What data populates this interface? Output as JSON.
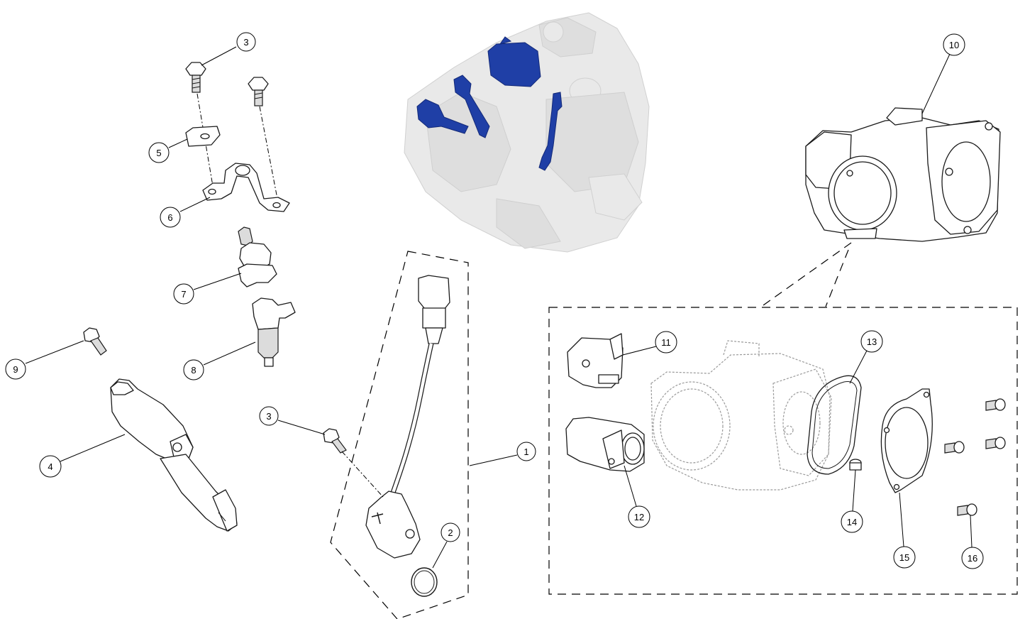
{
  "callouts": [
    {
      "id": "c1",
      "label": "1"
    },
    {
      "id": "c2",
      "label": "2"
    },
    {
      "id": "c3a",
      "label": "3"
    },
    {
      "id": "c3b",
      "label": "3"
    },
    {
      "id": "c4",
      "label": "4"
    },
    {
      "id": "c5",
      "label": "5"
    },
    {
      "id": "c6",
      "label": "6"
    },
    {
      "id": "c7",
      "label": "7"
    },
    {
      "id": "c8",
      "label": "8"
    },
    {
      "id": "c9",
      "label": "9"
    },
    {
      "id": "c10",
      "label": "10"
    },
    {
      "id": "c11",
      "label": "11"
    },
    {
      "id": "c12",
      "label": "12"
    },
    {
      "id": "c13",
      "label": "13"
    },
    {
      "id": "c14",
      "label": "14"
    },
    {
      "id": "c15",
      "label": "15"
    },
    {
      "id": "c16",
      "label": "16"
    }
  ],
  "colors": {
    "highlight": "#1f3fa6",
    "line": "#000000",
    "engine_ghost": "#e9e9e9"
  }
}
